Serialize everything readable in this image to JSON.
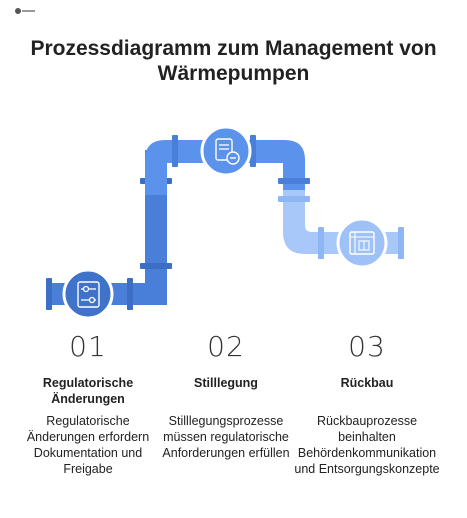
{
  "title": {
    "line1": "Prozessdiagramm zum Management von",
    "line2": "Wärmepumpen"
  },
  "colors": {
    "pipe_dark": "#4a7fd9",
    "pipe_mid": "#5b93ec",
    "pipe_light": "#a9c8fa",
    "joint_dark": "#3c6fc4",
    "icon_circle_dark": "#3f73c9",
    "icon_circle_light": "#9ec1f7"
  },
  "steps": [
    {
      "number": "01",
      "heading": "Regulatorische Änderungen",
      "description": "Regulatorische Änderungen erfordern Dokumentation und Freigabe",
      "icon": "sliders-icon"
    },
    {
      "number": "02",
      "heading": "Stilllegung",
      "description": "Stilllegungsprozesse müssen regulatorische Anforderungen erfüllen",
      "icon": "document-minus-icon"
    },
    {
      "number": "03",
      "heading": "Rückbau",
      "description": "Rückbauprozesse beinhalten Behördenkommunikation und Entsorgungskonzepte",
      "icon": "blueprint-icon"
    }
  ]
}
